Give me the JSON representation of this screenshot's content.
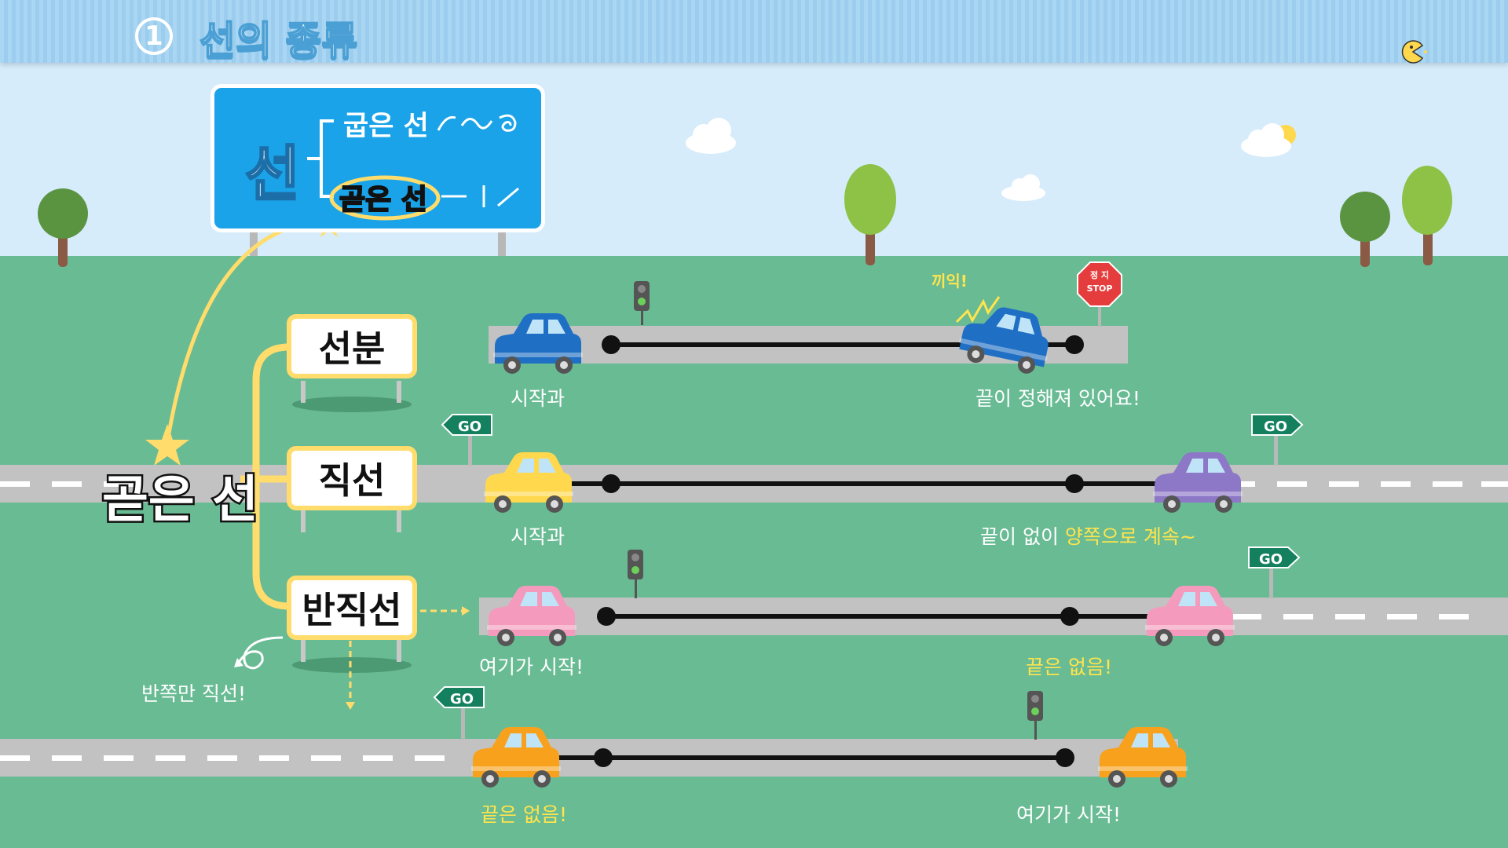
{
  "header": {
    "number": "1",
    "title": "선의 종류"
  },
  "sign": {
    "main": "선",
    "curve": "굽은 선",
    "straight": "곧은 선"
  },
  "boards": {
    "segment": "선분",
    "line": "직선",
    "ray": "반직선"
  },
  "big_label": "곧은 선",
  "road_signs": {
    "go": "GO",
    "stop_ko": "정 지",
    "stop_en": "STOP"
  },
  "segment_row": {
    "start": "시작과",
    "end": "끝이 정해져 있어요!",
    "exclaim": "끼익!"
  },
  "line_row": {
    "start": "시작과",
    "end_prefix": "끝이 없이",
    "end_highlight": "양쪽으로 계속~"
  },
  "ray_row1": {
    "start": "여기가 시작!",
    "end": "끝은 없음!"
  },
  "ray_row2": {
    "end": "끝은 없음!",
    "start": "여기가 시작!"
  },
  "ray_note": "반쪽만 직선!",
  "colors": {
    "sky": "#d6ecfb",
    "grass": "#69bb94",
    "road": "#c2c2c2",
    "sign_blue": "#1aa3e8",
    "board_border": "#ffdc6b",
    "highlight": "#ffe44d",
    "go_green": "#14805e",
    "stop_red": "#e53d3d"
  },
  "cars": {
    "segment": [
      "#1f6fc4",
      "#1f6fc4"
    ],
    "line": [
      "#ffd84d",
      "#8d77c7"
    ],
    "ray1": [
      "#f49bbd",
      "#f49bbd"
    ],
    "ray2": [
      "#f7a11d",
      "#f7a11d"
    ]
  }
}
